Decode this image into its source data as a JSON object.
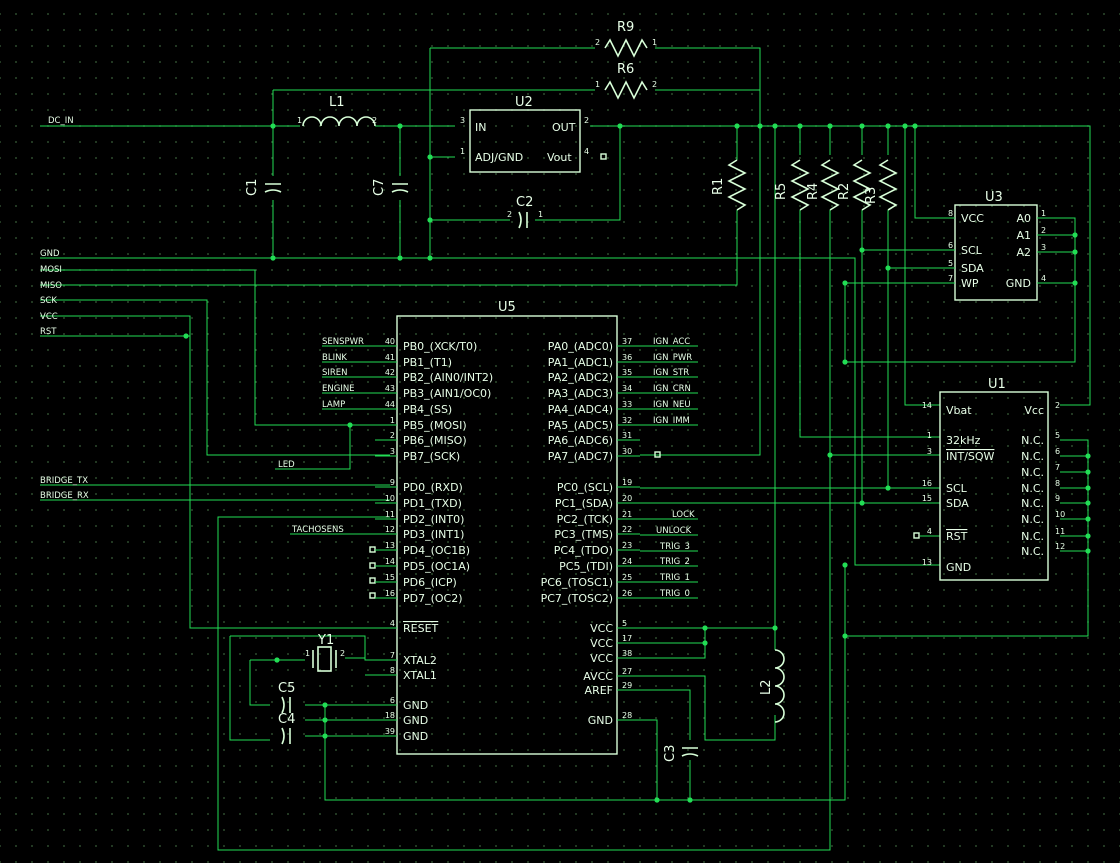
{
  "labels": {
    "DC_IN": "DC_IN",
    "GND": "GND",
    "MOSI": "MOSI",
    "MISO": "MISO",
    "SCK": "SCK",
    "VCC": "VCC",
    "RST": "RST",
    "LED": "LED",
    "BRIDGE_TX": "BRIDGE_TX",
    "BRIDGE_RX": "BRIDGE_RX",
    "TACHOSENS": "TACHOSENS",
    "SENSPWR": "SENSPWR",
    "BLINK": "BLINK",
    "SIREN": "SIREN",
    "ENGINE": "ENGINE",
    "LAMP": "LAMP",
    "IGN_ACC": "IGN_ACC",
    "IGN_PWR": "IGN_PWR",
    "IGN_STR": "IGN_STR",
    "IGN_CRN": "IGN_CRN",
    "IGN_NEU": "IGN_NEU",
    "IGN_IMM": "IGN_IMM",
    "LOCK": "LOCK",
    "UNLOCK": "UNLOCK",
    "TRIG_3": "TRIG_3",
    "TRIG_2": "TRIG_2",
    "TRIG_1": "TRIG_1",
    "TRIG_0": "TRIG_0"
  },
  "refs": {
    "U5": "U5",
    "U2": "U2",
    "U3": "U3",
    "U1": "U1",
    "L1": "L1",
    "L2": "L2",
    "R9": "R9",
    "R6": "R6",
    "R1": "R1",
    "R5": "R5",
    "R4": "R4",
    "R2": "R2",
    "R3": "R3",
    "C1": "C1",
    "C7": "C7",
    "C2": "C2",
    "C3": "C3",
    "C4": "C4",
    "C5": "C5",
    "Y1": "Y1"
  },
  "u5": {
    "left": [
      {
        "name": "PB0_(XCK/T0)",
        "pin": "40"
      },
      {
        "name": "PB1_(T1)",
        "pin": "41"
      },
      {
        "name": "PB2_(AIN0/INT2)",
        "pin": "42"
      },
      {
        "name": "PB3_(AIN1/OC0)",
        "pin": "43"
      },
      {
        "name": "PB4_(SS)",
        "pin": "44"
      },
      {
        "name": "PB5_(MOSI)",
        "pin": "1"
      },
      {
        "name": "PB6_(MISO)",
        "pin": "2"
      },
      {
        "name": "PB7_(SCK)",
        "pin": "3"
      },
      {
        "name": "PD0_(RXD)",
        "pin": "9"
      },
      {
        "name": "PD1_(TXD)",
        "pin": "10"
      },
      {
        "name": "PD2_(INT0)",
        "pin": "11"
      },
      {
        "name": "PD3_(INT1)",
        "pin": "12"
      },
      {
        "name": "PD4_(OC1B)",
        "pin": "13"
      },
      {
        "name": "PD5_(OC1A)",
        "pin": "14"
      },
      {
        "name": "PD6_(ICP)",
        "pin": "15"
      },
      {
        "name": "PD7_(OC2)",
        "pin": "16"
      },
      {
        "name": "RESET",
        "pin": "4"
      },
      {
        "name": "XTAL2",
        "pin": "7"
      },
      {
        "name": "XTAL1",
        "pin": "8"
      },
      {
        "name": "GND",
        "pin": "6"
      },
      {
        "name": "GND",
        "pin": "18"
      },
      {
        "name": "GND",
        "pin": "39"
      }
    ],
    "right": [
      {
        "name": "PA0_(ADC0)",
        "pin": "37"
      },
      {
        "name": "PA1_(ADC1)",
        "pin": "36"
      },
      {
        "name": "PA2_(ADC2)",
        "pin": "35"
      },
      {
        "name": "PA3_(ADC3)",
        "pin": "34"
      },
      {
        "name": "PA4_(ADC4)",
        "pin": "33"
      },
      {
        "name": "PA5_(ADC5)",
        "pin": "32"
      },
      {
        "name": "PA6_(ADC6)",
        "pin": "31"
      },
      {
        "name": "PA7_(ADC7)",
        "pin": "30"
      },
      {
        "name": "PC0_(SCL)",
        "pin": "19"
      },
      {
        "name": "PC1_(SDA)",
        "pin": "20"
      },
      {
        "name": "PC2_(TCK)",
        "pin": "21"
      },
      {
        "name": "PC3_(TMS)",
        "pin": "22"
      },
      {
        "name": "PC4_(TDO)",
        "pin": "23"
      },
      {
        "name": "PC5_(TDI)",
        "pin": "24"
      },
      {
        "name": "PC6_(TOSC1)",
        "pin": "25"
      },
      {
        "name": "PC7_(TOSC2)",
        "pin": "26"
      },
      {
        "name": "VCC",
        "pin": "5"
      },
      {
        "name": "VCC",
        "pin": "17"
      },
      {
        "name": "VCC",
        "pin": "38"
      },
      {
        "name": "AVCC",
        "pin": "27"
      },
      {
        "name": "AREF",
        "pin": "29"
      },
      {
        "name": "GND",
        "pin": "28"
      }
    ]
  },
  "u2": {
    "in": "IN",
    "out": "OUT",
    "adj": "ADJ/GND",
    "vout": "Vout",
    "p_in": "3",
    "p_out": "2",
    "p_adj": "1",
    "p_vout": "4"
  },
  "u3": {
    "left": [
      {
        "name": "VCC",
        "pin": "8"
      },
      {
        "name": "SCL",
        "pin": "6"
      },
      {
        "name": "SDA",
        "pin": "5"
      },
      {
        "name": "WP",
        "pin": "7"
      }
    ],
    "right": [
      {
        "name": "A0",
        "pin": "1"
      },
      {
        "name": "A1",
        "pin": "2"
      },
      {
        "name": "A2",
        "pin": "3"
      },
      {
        "name": "GND",
        "pin": "4"
      }
    ]
  },
  "u1": {
    "left": [
      {
        "name": "Vbat",
        "pin": "14"
      },
      {
        "name": "32kHz",
        "pin": "1"
      },
      {
        "name": "INT/SQW",
        "pin": "3"
      },
      {
        "name": "SCL",
        "pin": "16"
      },
      {
        "name": "SDA",
        "pin": "15"
      },
      {
        "name": "RST",
        "pin": "4"
      },
      {
        "name": "GND",
        "pin": "13"
      }
    ],
    "right": [
      {
        "name": "Vcc",
        "pin": "2"
      },
      {
        "name": "N.C.",
        "pin": "5"
      },
      {
        "name": "N.C.",
        "pin": "6"
      },
      {
        "name": "N.C.",
        "pin": "7"
      },
      {
        "name": "N.C.",
        "pin": "8"
      },
      {
        "name": "N.C.",
        "pin": "9"
      },
      {
        "name": "N.C.",
        "pin": "10"
      },
      {
        "name": "N.C.",
        "pin": "11"
      },
      {
        "name": "N.C.",
        "pin": "12"
      }
    ]
  },
  "pins2": {
    "p1": "1",
    "p2": "2"
  }
}
